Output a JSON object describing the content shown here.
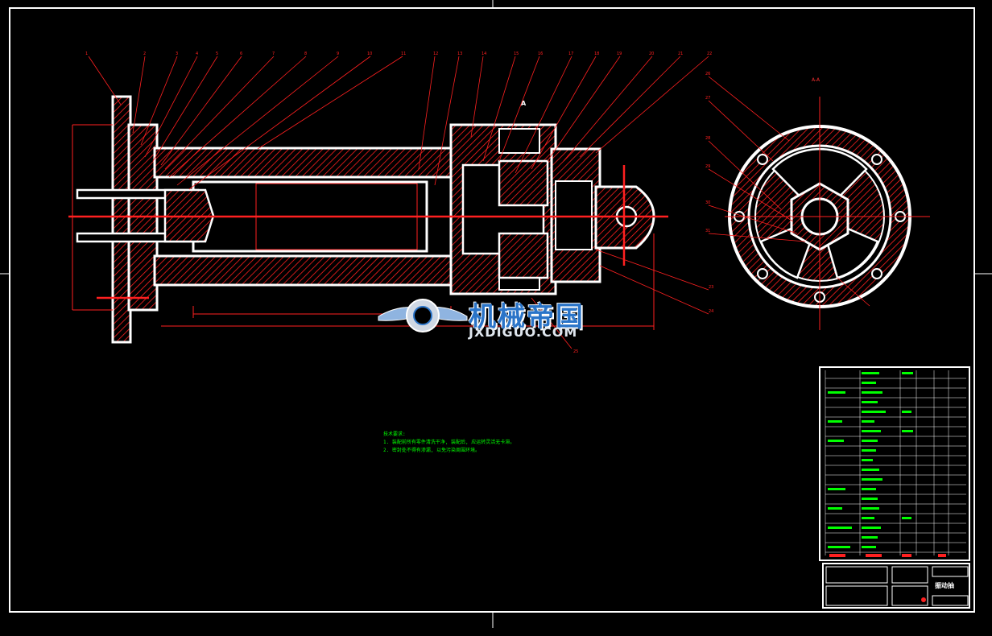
{
  "watermark": {
    "name_cn": "机械帝国",
    "url": "JXDIGUO.COM"
  },
  "section_label": "A-A",
  "view_marker": "A",
  "tech_notes": {
    "heading": "技术要求:",
    "lines": [
      "1. 装配前所有零件清洗干净, 装配后, 应运转灵活无卡滞。",
      "2. 密封处不得有渗漏, 以免污染周围环境。"
    ]
  },
  "title_block": {
    "drawing_name": "振动抽"
  },
  "balloons": [
    "1",
    "2",
    "3",
    "4",
    "5",
    "6",
    "7",
    "8",
    "9",
    "10",
    "11",
    "12",
    "13",
    "14",
    "15",
    "16",
    "17",
    "18",
    "19",
    "20",
    "21",
    "22",
    "23",
    "24",
    "25",
    "26",
    "27",
    "28",
    "29",
    "30",
    "31"
  ],
  "colors": {
    "background": "#000000",
    "outline": "#ffffff",
    "section": "#ff2020",
    "notes": "#00ff00",
    "brand": "#2a74c8"
  }
}
